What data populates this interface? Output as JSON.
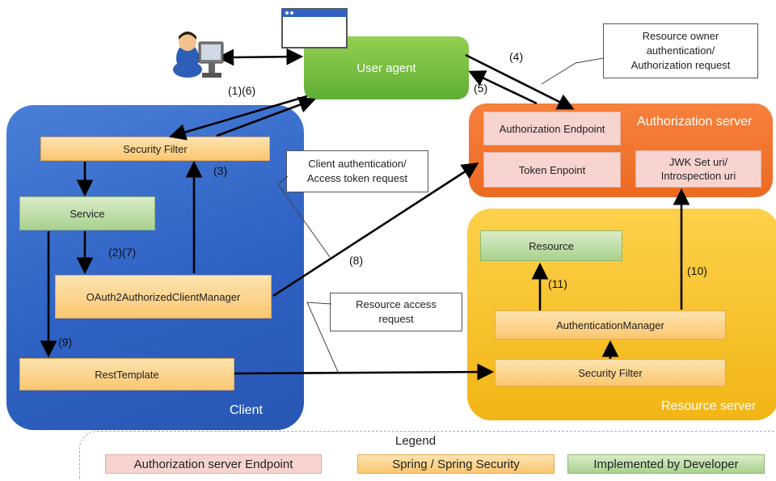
{
  "actors": {
    "user_agent": "User agent"
  },
  "regions": {
    "client": "Client",
    "authorization_server": "Authorization server",
    "resource_server": "Resource server"
  },
  "client": {
    "security_filter": "Security Filter",
    "service": "Service",
    "authorized_client_manager": "OAuth2AuthorizedClientManager",
    "rest_template": "RestTemplate"
  },
  "authorization_server": {
    "authorization_endpoint": "Authorization Endpoint",
    "token_endpoint": "Token Enpoint",
    "jwk_set_uri": "JWK Set uri/\nIntrospection uri"
  },
  "resource_server": {
    "resource": "Resource",
    "authentication_manager": "AuthenticationManager",
    "security_filter": "Security Filter"
  },
  "callouts": {
    "resource_owner_auth": "Resource owner\nauthentication/\nAuthorization request",
    "client_auth": "Client authentication/\nAccess token request",
    "resource_access": "Resource access\nrequest"
  },
  "steps": {
    "s16": "(1)(6)",
    "s2_7": "(2)(7)",
    "s3": "(3)",
    "s4": "(4)",
    "s5": "(5)",
    "s8": "(8)",
    "s9": "(9)",
    "s10": "(10)",
    "s11": "(11)"
  },
  "legend": {
    "title": "Legend",
    "items": [
      {
        "label": "Authorization server Endpoint",
        "color": "#f7d4cf"
      },
      {
        "label": "Spring / Spring Security",
        "color": "#fbc770"
      },
      {
        "label": "Implemented by Developer",
        "color": "#a9d18e"
      }
    ]
  },
  "icons": {
    "user": "user-at-computer-icon",
    "browser": "browser-window-icon"
  }
}
